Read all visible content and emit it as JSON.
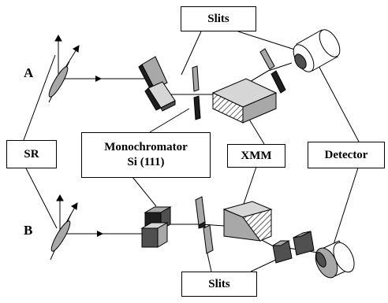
{
  "labels": {
    "slits_top": "Slits",
    "slits_bottom": "Slits",
    "sr": "SR",
    "monochromator_line1": "Monochromator",
    "monochromator_line2": "Si (111)",
    "xmm": "XMM",
    "detector": "Detector",
    "row_a": "A",
    "row_b": "B"
  },
  "icons": {
    "sample_a": "tilted-sample-with-axes-icon",
    "sample_b": "tilted-sample-with-axes-icon",
    "mono_a": "double-crystal-monochromator-icon",
    "mono_b": "double-crystal-monochromator-icon",
    "slits_a": "slit-pair-icon",
    "slits_b": "slit-pair-icon",
    "xmm_a": "multilayer-mirror-icon",
    "xmm_b": "multilayer-mirror-icon",
    "detector_a": "cylindrical-detector-icon",
    "detector_b": "cylindrical-detector-icon"
  },
  "colors": {
    "line": "#000000",
    "box_fill": "#ffffff",
    "face_light": "#d6d6d6",
    "face_mid": "#a8a8a8",
    "face_dark": "#505050",
    "face_black": "#1e1e1e"
  }
}
